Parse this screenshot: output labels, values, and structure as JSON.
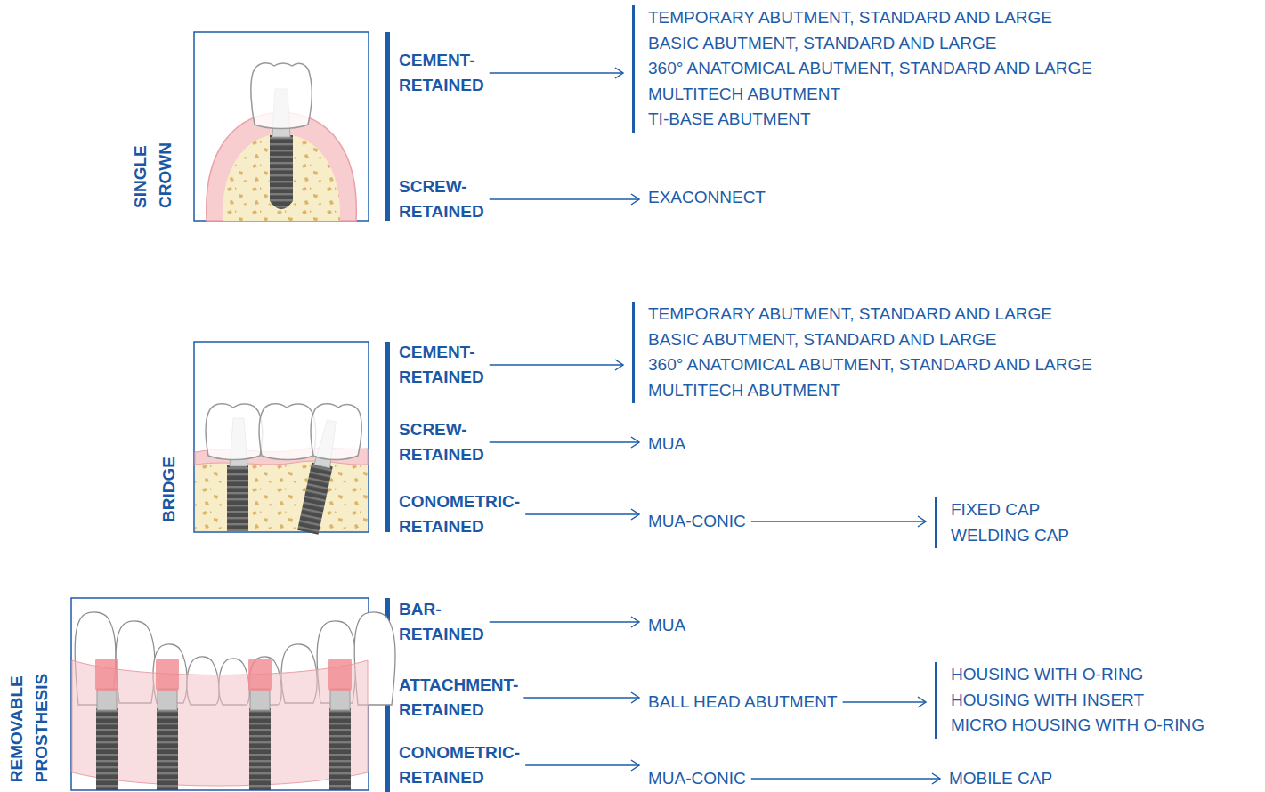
{
  "diagram": {
    "nodes": [
      {
        "text": [
          "CEMENT- RETAINED"
        ]
      },
      {
        "text": [
          "TEMPORARY ABUTMENT, STANDARD AND LARGE",
          "BASIC ABUTMENT, STANDARD AND LARGE",
          "360° ANATOMICAL ABUTMENT, STANDARD AND LARGE",
          "MULTITECH ABUTMENT",
          "TI-BASE ABUTMENT"
        ]
      },
      {
        "text": [
          "SCREW- RETAINED"
        ]
      },
      {
        "text": [
          "EXACONNECT"
        ]
      },
      {
        "text": [
          "CEMENT- RETAINED"
        ]
      },
      {
        "text": [
          "TEMPORARY ABUTMENT, STANDARD AND LARGE",
          "BASIC ABUTMENT, STANDARD AND LARGE",
          "360° ANATOMICAL ABUTMENT, STANDARD AND LARGE",
          "MULTITECH ABUTMENT"
        ]
      },
      {
        "text": [
          "SCREW- RETAINED"
        ]
      },
      {
        "text": [
          "MUA"
        ]
      },
      {
        "text": [
          "CONOMETRIC- RETAINED"
        ]
      },
      {
        "text": [
          "MUA-CONIC"
        ]
      },
      {
        "text": [
          "FIXED CAP",
          "WELDING CAP"
        ]
      },
      {
        "text": [
          "BAR- RETAINED"
        ]
      },
      {
        "text": [
          "MUA"
        ]
      },
      {
        "text": [
          "ATTACHMENT- RETAINED"
        ]
      },
      {
        "text": [
          "BALL HEAD ABUTMENT"
        ]
      },
      {
        "text": [
          "HOUSING WITH O-RING",
          "HOUSING WITH INSERT",
          "MICRO HOUSING WITH O-RING"
        ]
      },
      {
        "text": [
          "CONOMETRIC- RETAINED"
        ]
      },
      {
        "text": [
          "MUA-CONIC"
        ]
      },
      {
        "text": [
          "MOBILE CAP"
        ]
      }
    ],
    "edges": [
      {
        "from": 0,
        "to": 1,
        "arrow": "to"
      },
      {
        "from": 2,
        "to": 3,
        "arrow": "to"
      },
      {
        "from": 4,
        "to": 5,
        "arrow": "to"
      },
      {
        "from": 6,
        "to": 7,
        "arrow": "to"
      },
      {
        "from": 8,
        "to": 9,
        "arrow": "to"
      },
      {
        "from": 9,
        "to": 10,
        "arrow": "to"
      },
      {
        "from": 11,
        "to": 12,
        "arrow": "to"
      },
      {
        "from": 13,
        "to": 14,
        "arrow": "to"
      },
      {
        "from": 14,
        "to": 15,
        "arrow": "to"
      },
      {
        "from": 16,
        "to": 17,
        "arrow": "to"
      },
      {
        "from": 17,
        "to": 18,
        "arrow": "to"
      }
    ],
    "labels": [
      "SINGLE CROWN",
      "BRIDGE",
      "REMOVABLE PROSTHESIS"
    ]
  }
}
